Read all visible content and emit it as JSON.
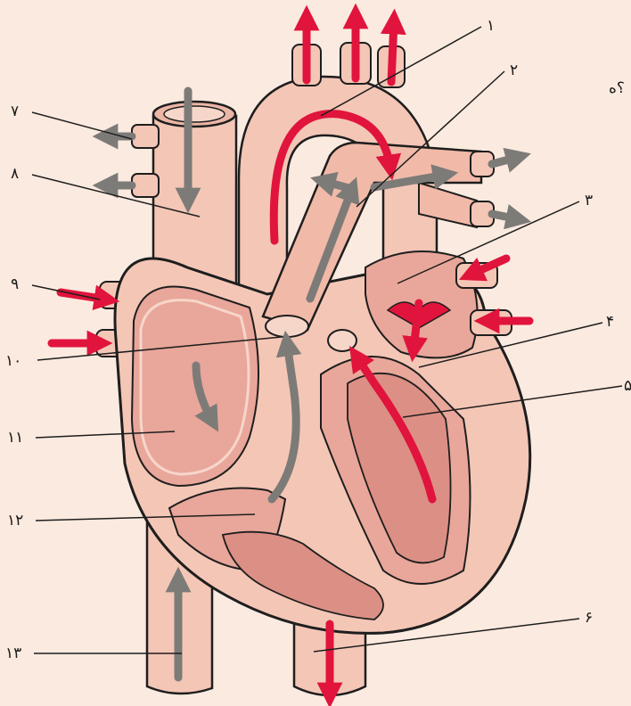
{
  "labels": {
    "l1": "۱",
    "l2": "۲",
    "l3": "۳",
    "l4": "۴",
    "l5": "۵",
    "l6": "۶",
    "l7": "۷",
    "l8": "۸",
    "l9": "۹",
    "l10": "۱۰",
    "l11": "۱۱",
    "l12": "۱۲",
    "l13": "۱۳"
  },
  "edge_text": "؟ه",
  "colors": {
    "background": "#fbeadf",
    "tissue_light": "#f4c6b6",
    "tissue_mid": "#e9a69a",
    "tissue_dark": "#dc8f84",
    "outline": "#1e1e1e",
    "oxygenated_arrow": "#e0143c",
    "deoxygenated_arrow": "#7d7b78"
  }
}
